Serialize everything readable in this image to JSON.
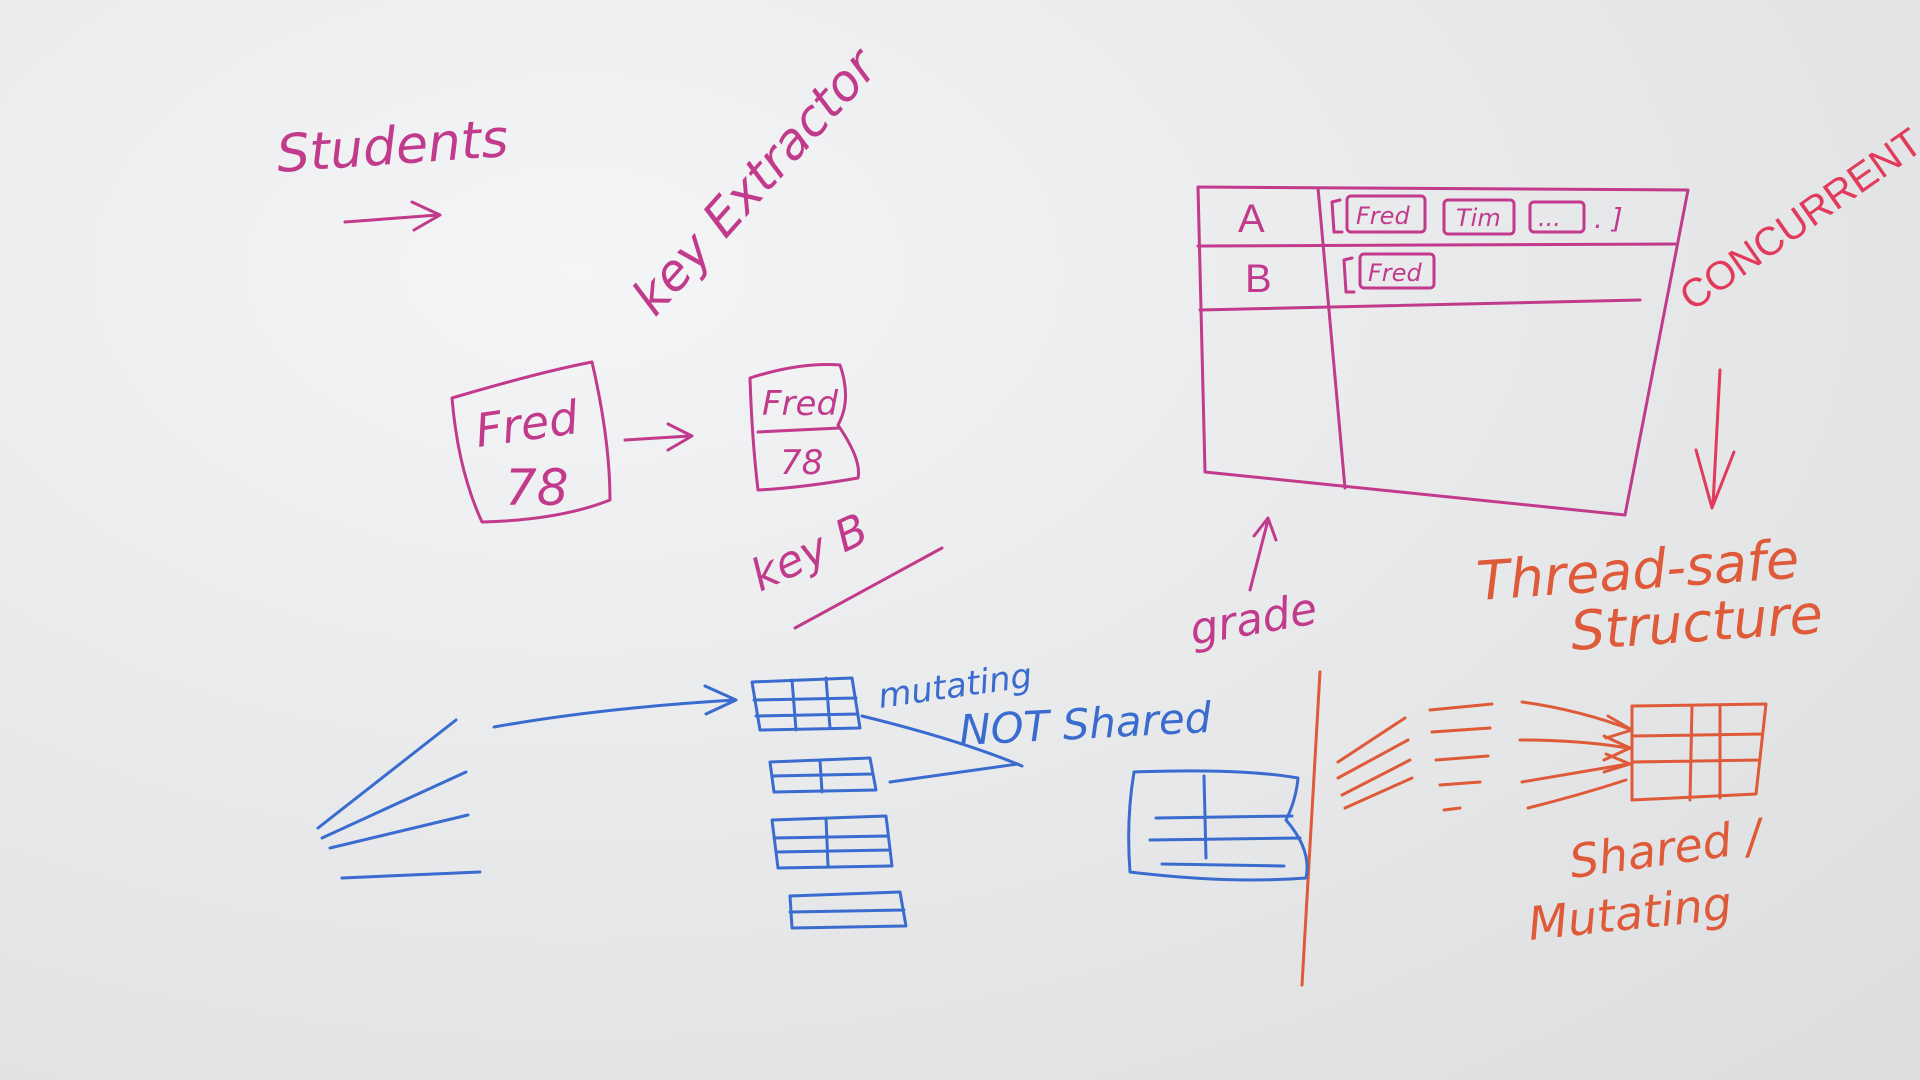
{
  "colors": {
    "magenta": "#c23a8c",
    "pink_red": "#e23a5a",
    "blue": "#3a6ccf",
    "orange": "#de5a38",
    "board": "#e9eaec"
  },
  "top_left": {
    "students": "Students",
    "key_extractor": "key Extractor"
  },
  "records": {
    "name_1": "Fred",
    "score_1": "78",
    "name_2": "Fred",
    "score_2": "78",
    "key_label": "key B"
  },
  "map_table": {
    "row_a_key": "A",
    "row_b_key": "B",
    "row_a_items": [
      "Fred",
      "Tim",
      "..."
    ],
    "row_a_trailing": ".  ]",
    "row_b_items": [
      "Fred"
    ],
    "grade_label": "grade"
  },
  "right_side": {
    "concurrent": "CONCURRENT",
    "thread_safe_line1": "Thread-safe",
    "thread_safe_line2": "Structure",
    "shared_line1": "Shared /",
    "shared_line2": "Mutating"
  },
  "bottom_blue": {
    "mutating": "mutating",
    "not_shared": "NOT Shared"
  }
}
